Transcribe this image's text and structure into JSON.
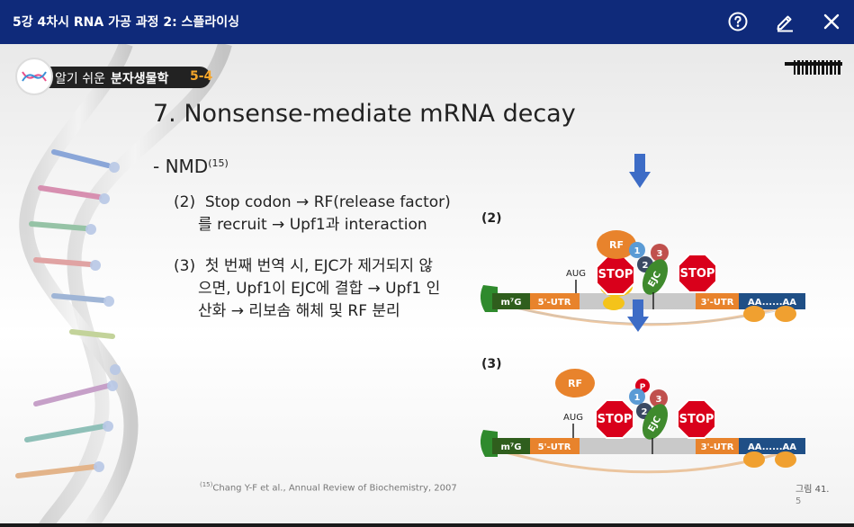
{
  "window": {
    "title": "5강 4차시 RNA 가공 과정 2: 스플라이싱"
  },
  "toolbar": {
    "help_icon": "question-circle-icon",
    "edit_icon": "pencil-icon",
    "close_icon": "close-icon"
  },
  "badge": {
    "part1": "알기 쉬운",
    "part2": "분자생물학",
    "part3": "5-4"
  },
  "slide": {
    "title": "7. Nonsense-mediate mRNA decay",
    "section": "- NMD",
    "section_ref": "(15)",
    "point2_line1": "(2)  Stop codon → RF(release factor)",
    "point2_line2": "     를 recruit → Upf1과 interaction",
    "point3_line1": "(3)  첫 번째 번역 시, EJC가 제거되지 않",
    "point3_line2": "     으면, Upf1이 EJC에 결합 → Upf1 인",
    "point3_line3": "     산화 → 리보솜 해체 및 RF 분리",
    "footnote_ref": "(15)",
    "footnote": "Chang Y-F et al., Annual Review of Biochemistry, 2007",
    "figure_caption": "그림 41.",
    "figure_number": "5"
  },
  "diagram": {
    "step2_label": "(2)",
    "step3_label": "(3)",
    "aug": "AUG",
    "stop": "STOP",
    "cap": "m⁷G",
    "utr5": "5'-UTR",
    "utr3": "3'-UTR",
    "polyA": "AA......AA",
    "rf": "RF",
    "ejc": "EJC",
    "p": "P",
    "n1": "1",
    "n2": "2",
    "n3": "3"
  },
  "colors": {
    "topbar": "#0f2a7a",
    "accent": "#f4a52a",
    "stop_red": "#d9001b",
    "ejc_green": "#3f8a2d"
  }
}
